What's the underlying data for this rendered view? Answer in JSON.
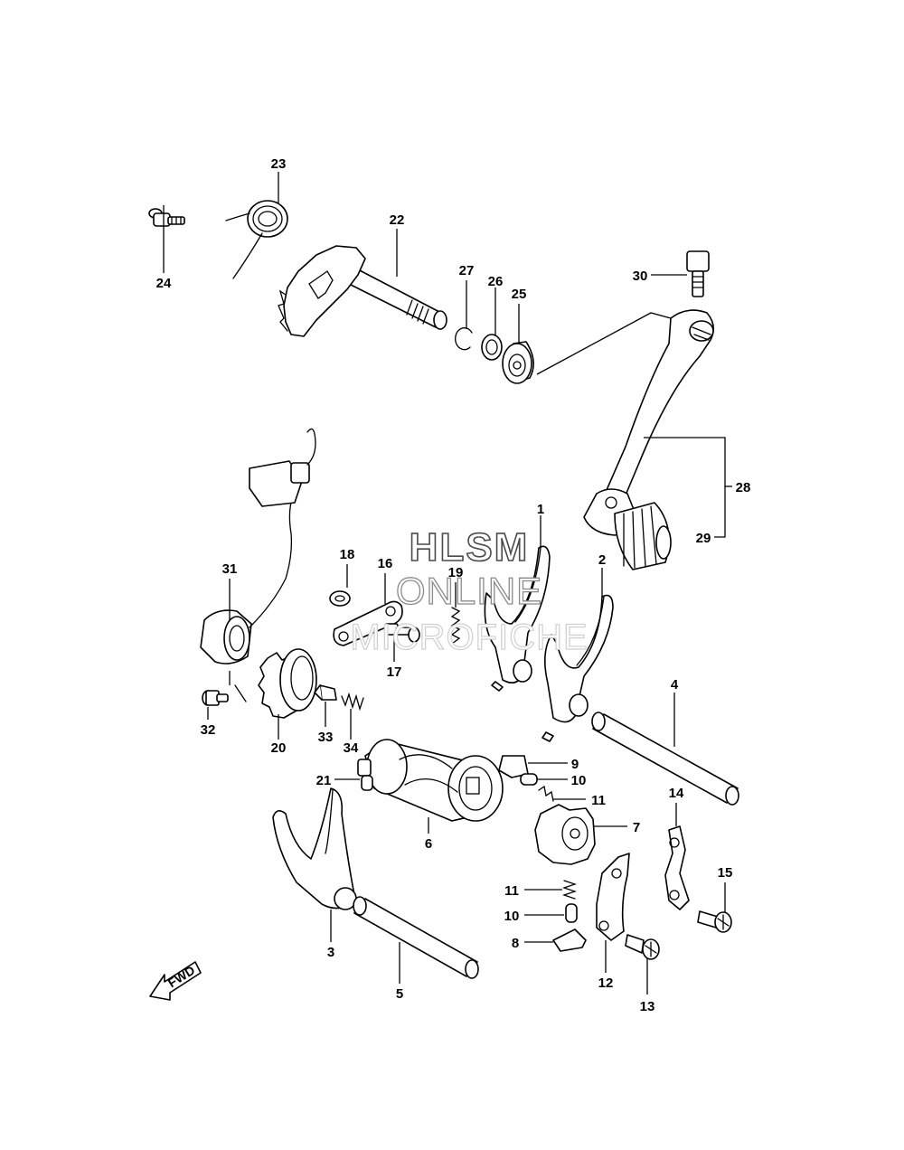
{
  "watermark": {
    "line1": "HLSM",
    "line2": "ONLINE",
    "line3": "MICROFICHE"
  },
  "direction_label": "FWD",
  "callouts": [
    "1",
    "2",
    "3",
    "4",
    "5",
    "6",
    "7",
    "8",
    "9",
    "10",
    "10",
    "11",
    "11",
    "12",
    "13",
    "14",
    "15",
    "16",
    "17",
    "18",
    "19",
    "20",
    "21",
    "22",
    "23",
    "24",
    "25",
    "26",
    "27",
    "28",
    "29",
    "30",
    "31",
    "32",
    "33",
    "34"
  ]
}
